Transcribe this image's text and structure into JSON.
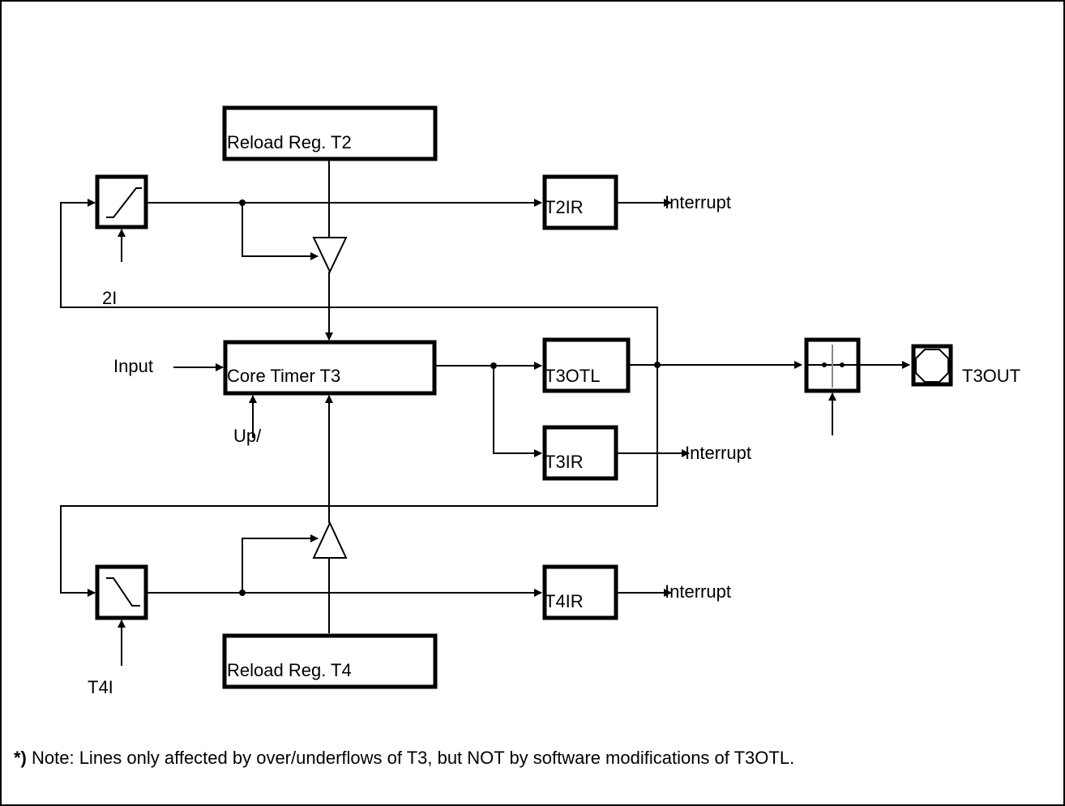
{
  "blocks": {
    "reload_t2": "Reload Reg.  T2",
    "core_timer": "Core Timer  T3",
    "reload_t4": "Reload Reg.  T4",
    "t2ir": "T2IR",
    "t3otl": "T3OTL",
    "t3ir": "T3IR",
    "t4ir": "T4IR"
  },
  "signals": {
    "interrupt_t2": "Interrupt",
    "interrupt_t3": "Interrupt",
    "interrupt_t4": "Interrupt",
    "input": "Input",
    "up_down": "Up/",
    "t2i": "2I",
    "t4i": "T4I",
    "t3out": "T3OUT"
  },
  "note": {
    "marker": "*)",
    "text": " Note: Lines only affected by over/underflows of T3, but NOT by software modifications of T3OTL."
  }
}
